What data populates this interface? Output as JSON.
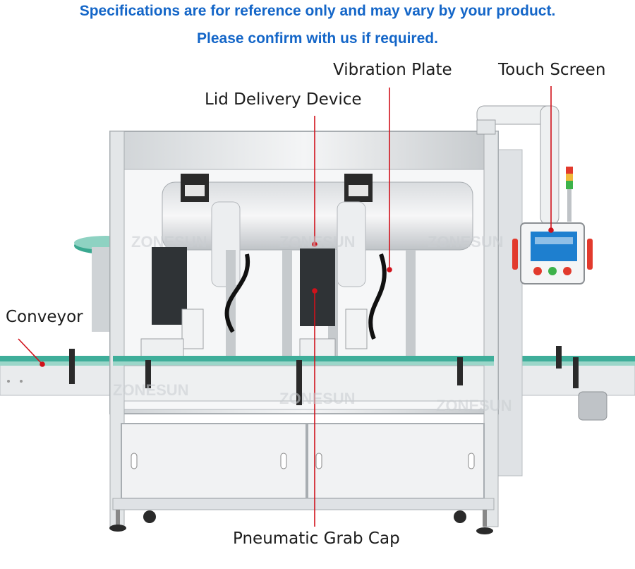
{
  "notice": {
    "line1": "Specifications are for reference only and may vary by your product.",
    "line2": "Please confirm with us if required."
  },
  "callouts": {
    "vibration_plate": "Vibration Plate",
    "touch_screen": "Touch Screen",
    "lid_delivery_device": "Lid Delivery Device",
    "conveyor": "Conveyor",
    "pneumatic_grab_cap": "Pneumatic Grab Cap"
  },
  "watermark": "ZONESUN",
  "colors": {
    "notice_text": "#1466c8",
    "leader_line": "#d0121b",
    "machine_frame": "#e6e8ea",
    "conveyor_belt": "#3fae9a",
    "control_panel_screen": "#1e7fcf"
  }
}
